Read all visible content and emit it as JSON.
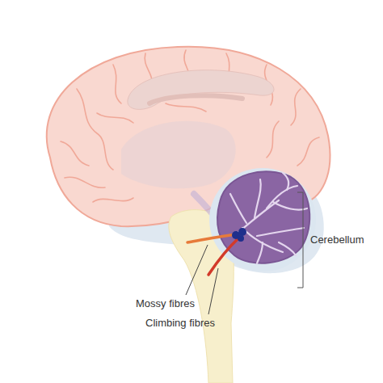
{
  "diagram": {
    "labels": [
      "Cerebellum",
      "Mossy fibres",
      "Climbing fibres"
    ]
  }
}
